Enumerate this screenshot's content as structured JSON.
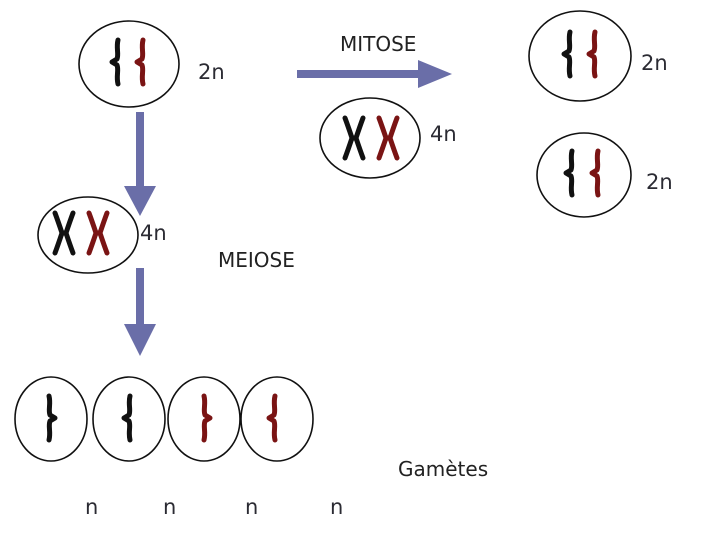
{
  "diagram": {
    "mitose": "MITOSE",
    "meiose": "MEIOSE",
    "gametes": "Gamètes",
    "ploidy": {
      "parent": "2n",
      "parent_replicated": "4n",
      "mitosis_product_replicated": "4n",
      "mitosis_daughter_1": "2n",
      "mitosis_daughter_2": "2n",
      "gamete_1": "n",
      "gamete_2": "n",
      "gamete_3": "n",
      "gamete_4": "n"
    }
  },
  "colors": {
    "arrow": "#6a6ea8",
    "chromosome_dark": "#111111",
    "chromosome_red": "#7a1414",
    "cell_outline": "#111111"
  }
}
